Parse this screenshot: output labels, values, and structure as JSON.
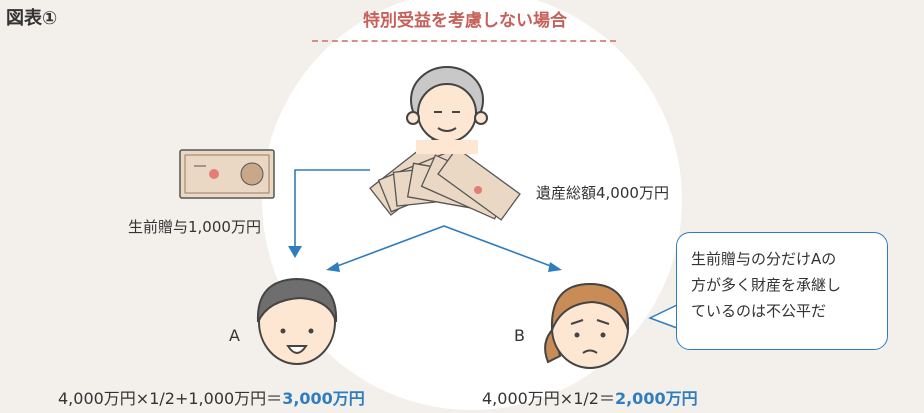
{
  "figure_label": "図表①",
  "title": "特別受益を考慮しない場合",
  "estate_label": "遺産総額4,000万円",
  "gift_label": "生前贈与1,000万円",
  "person_a": "A",
  "person_b": "B",
  "formula_a": {
    "expr": "4,000万円×1/2+1,000万円＝",
    "result": "3,000万円"
  },
  "formula_b": {
    "expr": "4,000万円×1/2＝",
    "result": "2,000万円"
  },
  "bubble_lines": [
    "生前贈与の分だけAの",
    "方が多く財産を承継し",
    "ているのは不公平だ"
  ],
  "colors": {
    "accent_red": "#c5615a",
    "accent_blue": "#2f7dbf",
    "background": "#f3f0ec"
  }
}
